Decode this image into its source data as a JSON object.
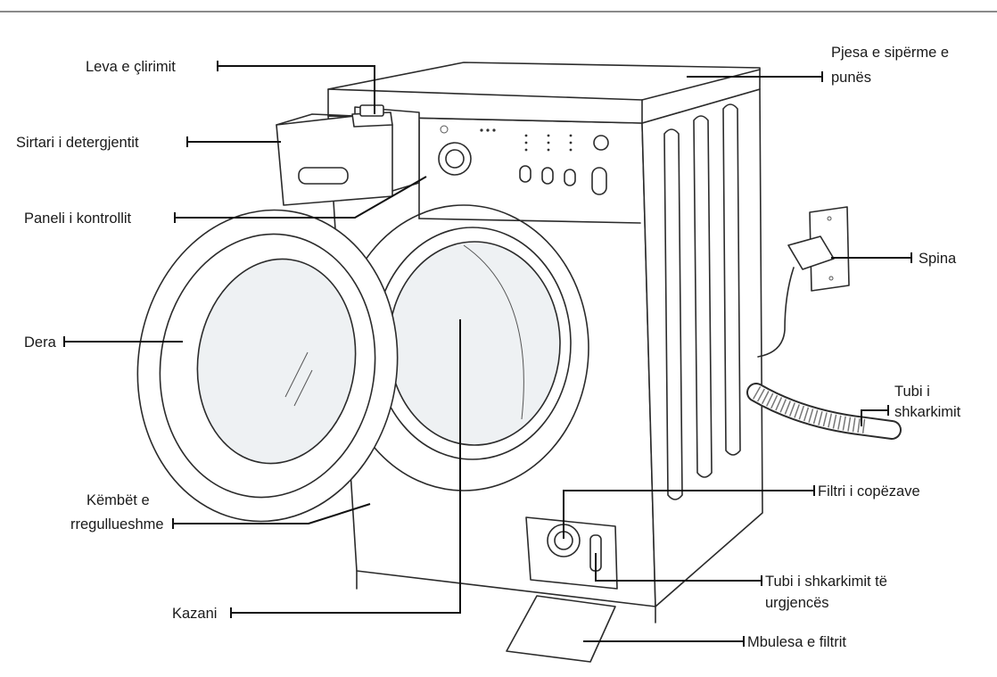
{
  "labels": {
    "release_lever": "Leva e çlirimit",
    "detergent_drawer": "Sirtari i detergjentit",
    "control_panel": "Paneli i kontrollit",
    "door": "Dera",
    "adjustable_feet_line1": "Këmbët e",
    "adjustable_feet_line2": "rregullueshme",
    "drum": "Kazani",
    "worktop_line1": "Pjesa e sipërme e",
    "worktop_line2": "punës",
    "plug": "Spina",
    "drain_hose_line1": "Tubi i",
    "drain_hose_line2": "shkarkimit",
    "debris_filter": "Filtri i copëzave",
    "emergency_drain_line1": "Tubi i shkarkimit të",
    "emergency_drain_line2": "urgjencës",
    "filter_cover": "Mbulesa e filtrit"
  },
  "colors": {
    "line": "#111111",
    "text": "#1a1a1a",
    "header_rule": "#8a8a8a"
  }
}
